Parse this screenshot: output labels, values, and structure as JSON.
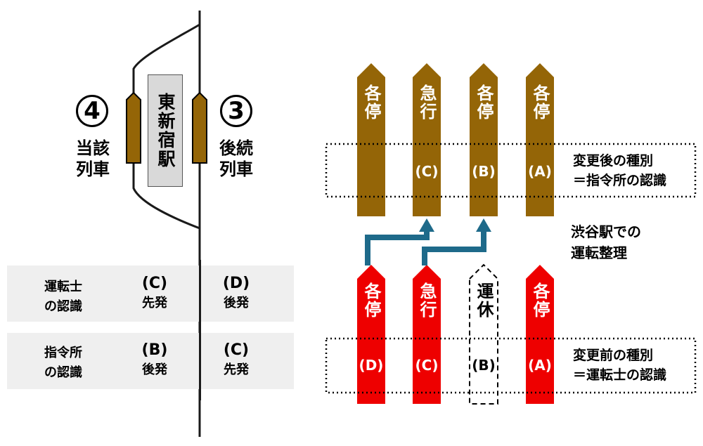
{
  "track_diagram": {
    "station": "東新宿駅",
    "current_train": {
      "number": "4",
      "label_line1": "当該",
      "label_line2": "列車"
    },
    "following_train": {
      "number": "3",
      "label_line1": "後続",
      "label_line2": "列車"
    }
  },
  "table": {
    "rows": [
      {
        "header_line1": "運転士",
        "header_line2": "の認識",
        "left_code": "(C)",
        "left_order": "先発",
        "right_code": "(D)",
        "right_order": "後発"
      },
      {
        "header_line1": "指令所",
        "header_line2": "の認識",
        "left_code": "(B)",
        "left_order": "後発",
        "right_code": "(C)",
        "right_order": "先発"
      }
    ]
  },
  "after": {
    "box_line1": "変更後の種別",
    "box_line2": "＝指令所の認識",
    "trains": [
      {
        "type": "各停",
        "code": ""
      },
      {
        "type": "急行",
        "code": "(C)"
      },
      {
        "type": "各停",
        "code": "(B)"
      },
      {
        "type": "各停",
        "code": "(A)"
      }
    ]
  },
  "rearrangement": {
    "line1": "渋谷駅での",
    "line2": "運転整理"
  },
  "before": {
    "box_line1": "変更前の種別",
    "box_line2": "＝運転士の認識",
    "trains": [
      {
        "type": "各停",
        "code": "(D)",
        "style": "red"
      },
      {
        "type": "急行",
        "code": "(C)",
        "style": "red"
      },
      {
        "type": "運休",
        "code": "(B)",
        "style": "dashed"
      },
      {
        "type": "各停",
        "code": "(A)",
        "style": "red"
      }
    ]
  },
  "colors": {
    "after_train": "#946507",
    "before_train": "#ee0000",
    "arrow": "#1e6a8a",
    "table_bg": "#efefef",
    "station_bg": "#d9d9d9"
  }
}
